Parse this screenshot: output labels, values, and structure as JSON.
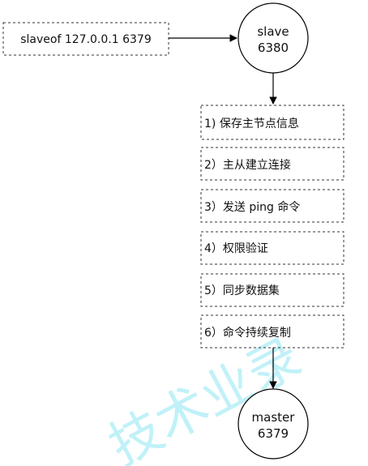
{
  "command": {
    "text": "slaveof 127.0.0.1 6379"
  },
  "slave": {
    "line1": "slave",
    "line2": "6380"
  },
  "master": {
    "line1": "master",
    "line2": "6379"
  },
  "steps": [
    {
      "label": "1) 保存主节点信息"
    },
    {
      "label": "2）主从建立连接"
    },
    {
      "label": "3）发送 ping 命令"
    },
    {
      "label": "4）权限验证"
    },
    {
      "label": "5）同步数据集"
    },
    {
      "label": "6）命令持续复制"
    }
  ],
  "watermark": {
    "text": "技术业录"
  },
  "colors": {
    "stroke": "#000000",
    "dash": "#333333",
    "watermark": "#8fe7f3"
  }
}
